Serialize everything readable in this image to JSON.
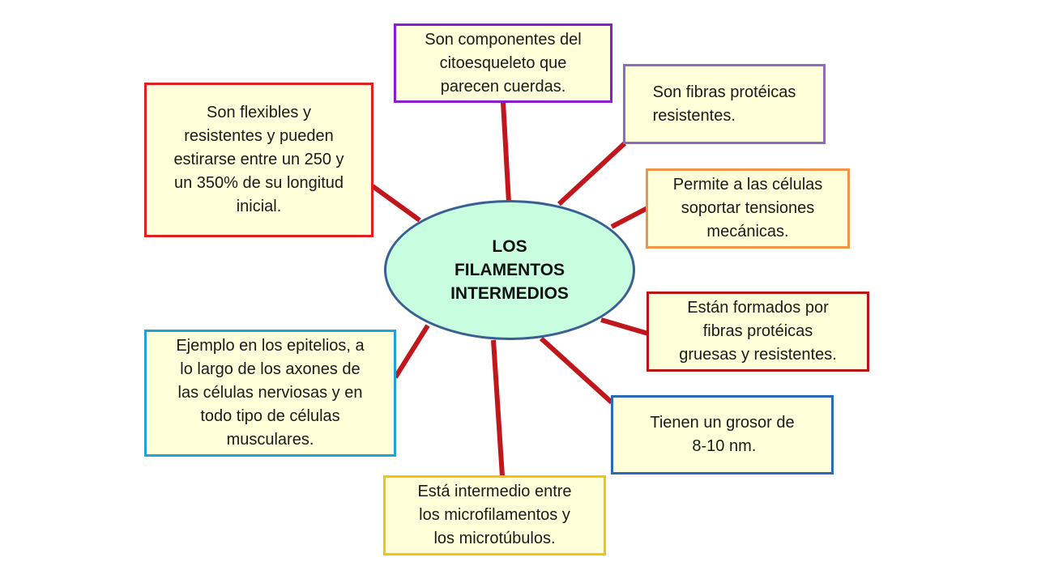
{
  "center": {
    "lines": [
      "LOS",
      "FILAMENTOS",
      "INTERMEDIOS"
    ]
  },
  "boxes": [
    {
      "id": "componentes",
      "lines": [
        "Son componentes del",
        "citoesqueleto que",
        "parecen cuerdas."
      ],
      "border": "#8a1bcf"
    },
    {
      "id": "fibras",
      "lines": [
        "Son fibras protéicas",
        "resistentes."
      ],
      "border": "#8e6bbf"
    },
    {
      "id": "tensiones",
      "lines": [
        "Permite a las células",
        "soportar tensiones",
        "mecánicas."
      ],
      "border": "#f09545"
    },
    {
      "id": "formados",
      "lines": [
        "Están formados por",
        "fibras protéicas",
        "gruesas y resistentes."
      ],
      "border": "#b91515"
    },
    {
      "id": "grosor",
      "lines": [
        "Tienen un grosor de",
        "8-10 nm."
      ],
      "border": "#2a6bb5"
    },
    {
      "id": "intermedio",
      "lines": [
        "Está intermedio entre",
        "los microfilamentos y",
        "los microtúbulos."
      ],
      "border": "#f5c20c"
    },
    {
      "id": "ejemplo",
      "lines": [
        "Ejemplo en los epitelios, a",
        "lo largo de los axones de",
        "las células nerviosas y en",
        "todo tipo de células",
        "musculares."
      ],
      "border": "#1fa3d8"
    },
    {
      "id": "flexibles",
      "lines": [
        "Son flexibles y",
        "resistentes y pueden",
        "estirarse entre un 250 y",
        "un 350% de su longitud",
        "inicial."
      ],
      "border": "#e01f1f"
    }
  ],
  "connector_color": "#c0161c"
}
